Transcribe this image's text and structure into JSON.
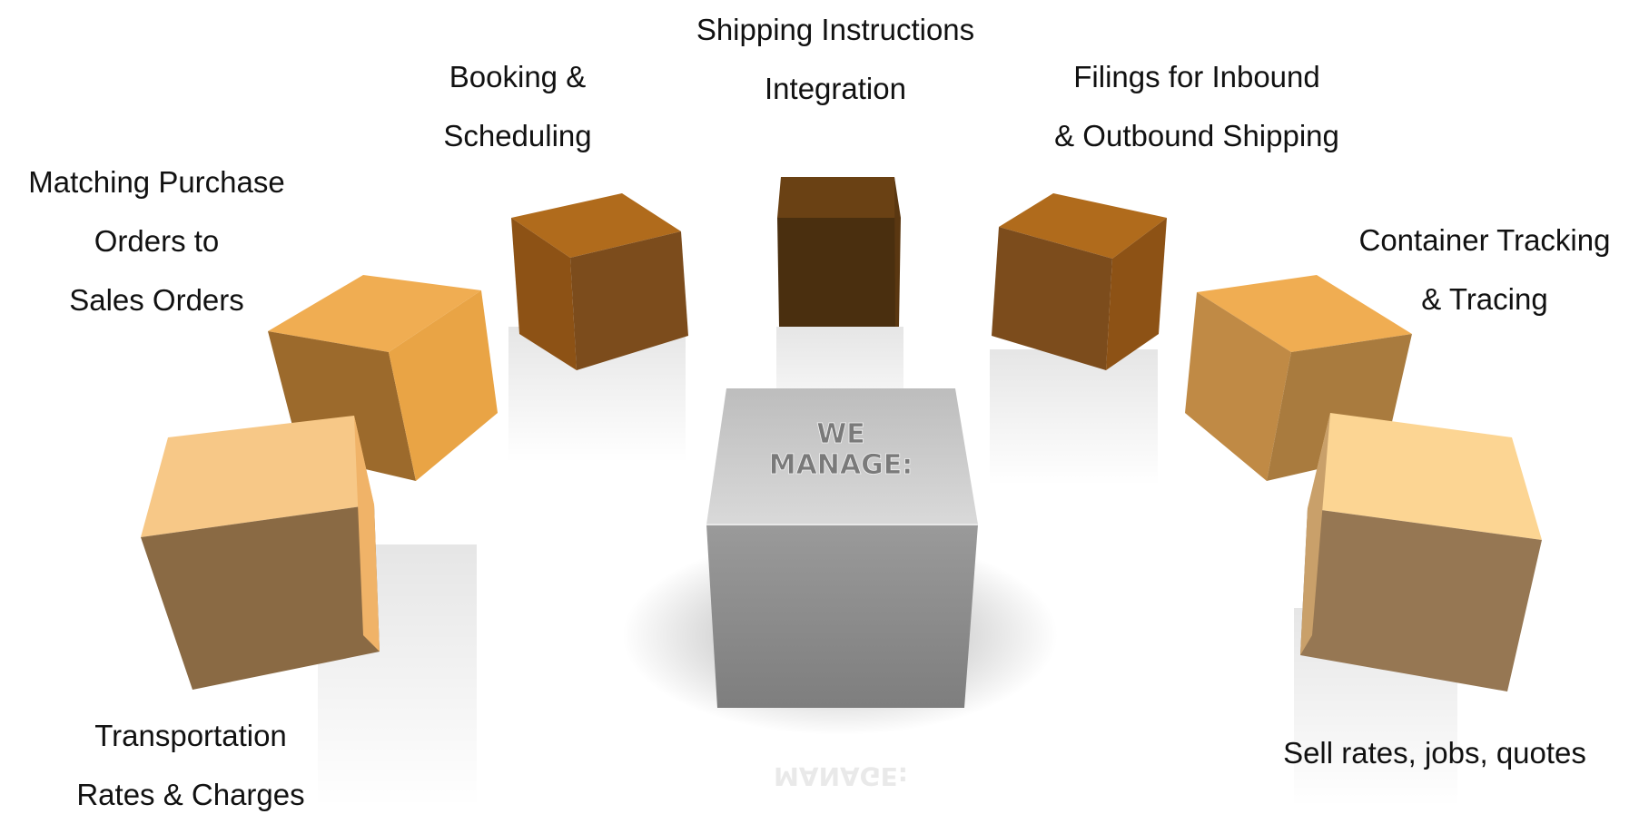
{
  "center_box": {
    "lines": [
      "WE",
      "MANAGE:"
    ],
    "mirror_text": "MANAGE:"
  },
  "items": [
    {
      "id": "matching-purchase-orders",
      "lines": [
        "Matching Purchase",
        "Orders to",
        "Sales Orders"
      ]
    },
    {
      "id": "booking-scheduling",
      "lines": [
        "Booking &",
        "Scheduling"
      ]
    },
    {
      "id": "shipping-instructions",
      "lines": [
        "Shipping Instructions",
        "Integration"
      ]
    },
    {
      "id": "filings",
      "lines": [
        "Filings for Inbound",
        "& Outbound Shipping"
      ]
    },
    {
      "id": "container-tracking",
      "lines": [
        "Container Tracking",
        "& Tracing"
      ]
    },
    {
      "id": "transportation-rates",
      "lines": [
        "Transportation",
        "Rates & Charges"
      ]
    },
    {
      "id": "sell-rates",
      "lines": [
        "Sell rates, jobs, quotes"
      ]
    }
  ],
  "colors": {
    "orange_light": "#f7c887",
    "orange_mid": "#e9a445",
    "orange_dark": "#a4631a",
    "brown_dark": "#4a2f0f",
    "gray_box": "#8c8c8c",
    "text": "#111111"
  }
}
